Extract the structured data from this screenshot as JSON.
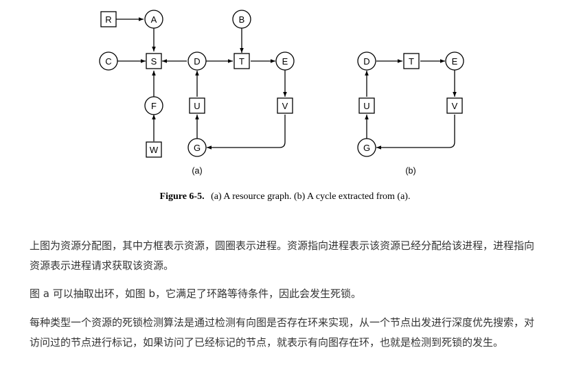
{
  "figure": {
    "nodes": [
      "R",
      "A",
      "B",
      "C",
      "S",
      "D",
      "T",
      "E",
      "F",
      "U",
      "V",
      "W",
      "G"
    ],
    "cycle_nodes": [
      "D",
      "T",
      "E",
      "U",
      "V",
      "G"
    ],
    "label_a": "(a)",
    "label_b": "(b)",
    "caption_num": "Figure 6-5.",
    "caption_text": "(a) A resource graph. (b) A cycle extracted from (a)."
  },
  "paragraphs": [
    "上图为资源分配图，其中方框表示资源，圆圈表示进程。资源指向进程表示该资源已经分配给该进程，进程指向资源表示进程请求获取该资源。",
    "图 a 可以抽取出环，如图 b，它满足了环路等待条件，因此会发生死锁。",
    "每种类型一个资源的死锁检测算法是通过检测有向图是否存在环来实现，从一个节点出发进行深度优先搜索，对访问过的节点进行标记，如果访问了已经标记的节点，就表示有向图存在环，也就是检测到死锁的发生。"
  ]
}
